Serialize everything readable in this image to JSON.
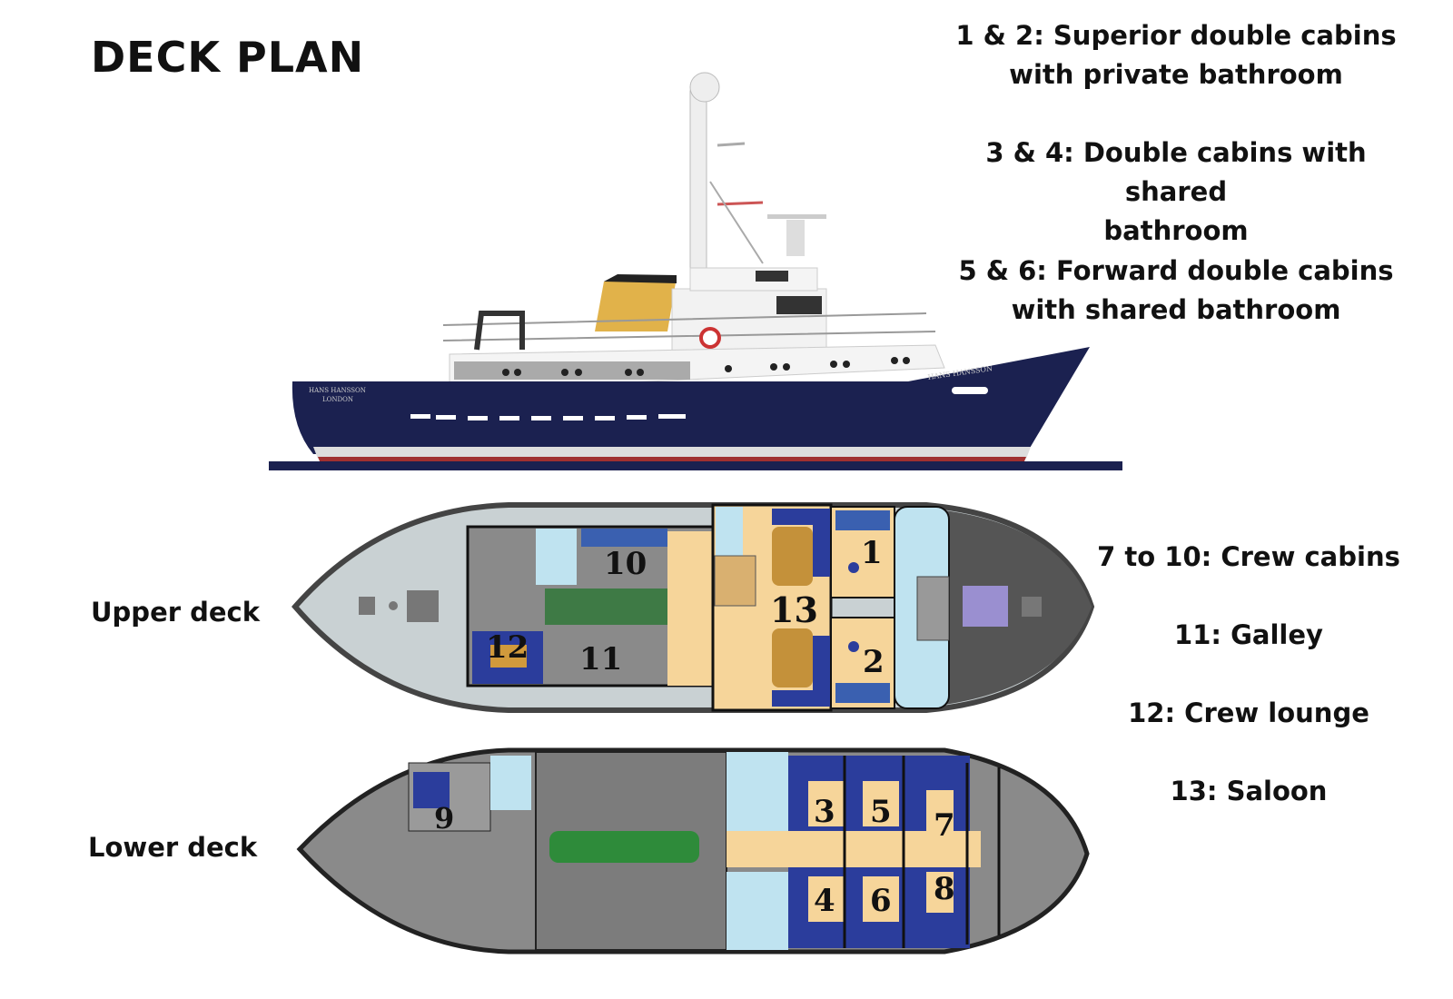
{
  "title": "DECK PLAN",
  "legend": [
    {
      "line1": "1 & 2: Superior double cabins",
      "line2": "with private bathroom"
    },
    {
      "line1": "3 & 4: Double cabins with shared",
      "line2": "bathroom"
    },
    {
      "line1": "5 & 6: Forward double cabins",
      "line2": "with shared bathroom"
    },
    {
      "line1": "7 to 10: Crew cabins"
    },
    {
      "line1": "11: Galley"
    },
    {
      "line1": "12: Crew lounge"
    },
    {
      "line1": "13: Saloon"
    }
  ],
  "decks": {
    "upper": "Upper deck",
    "lower": "Lower deck"
  },
  "ship": {
    "name": "HANS HANSSON",
    "port": "LONDON"
  },
  "rooms": {
    "r1": "1",
    "r2": "2",
    "r3": "3",
    "r4": "4",
    "r5": "5",
    "r6": "6",
    "r7": "7",
    "r8": "8",
    "r9": "9",
    "r10": "10",
    "r11": "11",
    "r12": "12",
    "r13": "13"
  },
  "colors": {
    "hull": "#1b2150",
    "deck": "#c9d1d3",
    "rail": "#444",
    "cabin": "#f6d59a",
    "bed": "#2b3d9c",
    "bath": "#bfe3f0",
    "engine": "#2e8b3a",
    "funnel": "#e1b24a"
  }
}
